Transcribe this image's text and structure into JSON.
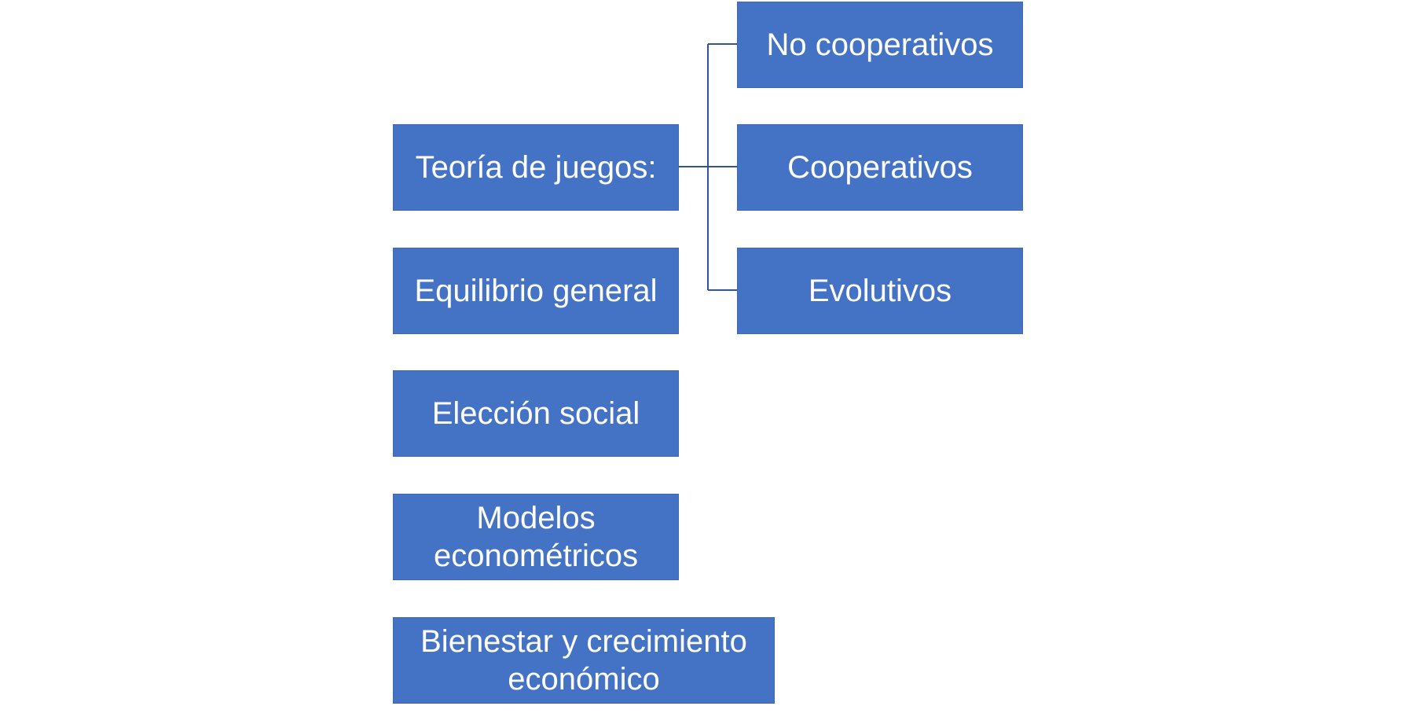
{
  "diagram": {
    "colors": {
      "box_fill": "#4472c4",
      "box_text": "#ffffff",
      "connector": "#2f5597"
    },
    "left_column": [
      {
        "id": "teoria",
        "label": "Teoría de juegos:"
      },
      {
        "id": "equilibrio",
        "label": "Equilibrio general"
      },
      {
        "id": "eleccion",
        "label": "Elección social"
      },
      {
        "id": "modelos",
        "label": "Modelos econométricos"
      },
      {
        "id": "bienestar",
        "label": "Bienestar y crecimiento económico"
      }
    ],
    "right_column": [
      {
        "id": "no-cooperativos",
        "label": "No cooperativos"
      },
      {
        "id": "cooperativos",
        "label": "Cooperativos"
      },
      {
        "id": "evolutivos",
        "label": "Evolutivos"
      }
    ],
    "edges": [
      {
        "from": "teoria",
        "to": "no-cooperativos"
      },
      {
        "from": "teoria",
        "to": "cooperativos"
      },
      {
        "from": "teoria",
        "to": "evolutivos"
      }
    ]
  }
}
